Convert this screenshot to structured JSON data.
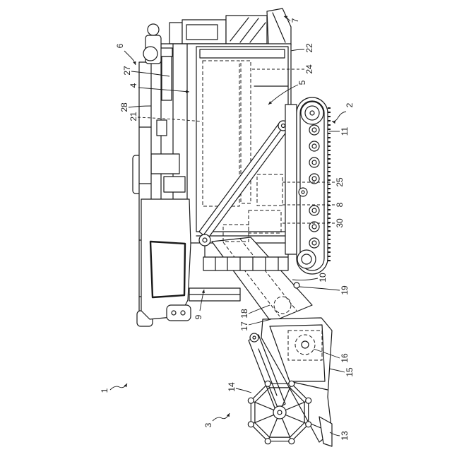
{
  "reference_numerals": {
    "ref_1": "1",
    "ref_2": "2",
    "ref_3": "3",
    "ref_4": "4",
    "ref_5": "5",
    "ref_6": "6",
    "ref_7": "7",
    "ref_8": "8",
    "ref_9": "9",
    "ref_10": "10",
    "ref_11": "11",
    "ref_13": "13",
    "ref_14": "14",
    "ref_15": "15",
    "ref_16": "16",
    "ref_17": "17",
    "ref_18": "18",
    "ref_19": "19",
    "ref_21": "21",
    "ref_22": "22",
    "ref_24": "24",
    "ref_25": "25",
    "ref_27": "27",
    "ref_28": "28",
    "ref_30": "30"
  },
  "colors": {
    "line": "#1a1a1a",
    "background": "#ffffff"
  }
}
